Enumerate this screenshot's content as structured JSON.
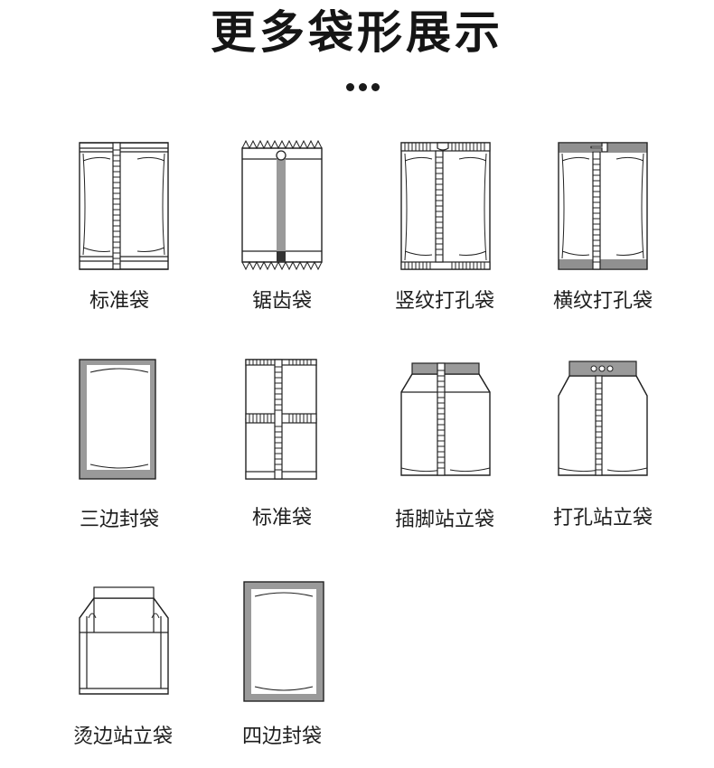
{
  "title": "更多袋形展示",
  "items": [
    {
      "label": "标准袋",
      "icon": "standard-bag-icon"
    },
    {
      "label": "锯齿袋",
      "icon": "sawtooth-bag-icon"
    },
    {
      "label": "竖纹打孔袋",
      "icon": "vertical-texture-punched-bag-icon"
    },
    {
      "label": "横纹打孔袋",
      "icon": "horizontal-texture-punched-bag-icon"
    },
    {
      "label": "三边封袋",
      "icon": "three-side-seal-bag-icon"
    },
    {
      "label": "标准袋",
      "icon": "double-standard-bag-icon"
    },
    {
      "label": "插脚站立袋",
      "icon": "gusset-stand-up-bag-icon"
    },
    {
      "label": "打孔站立袋",
      "icon": "punched-stand-up-bag-icon"
    },
    {
      "label": "烫边站立袋",
      "icon": "heat-seal-stand-up-bag-icon"
    },
    {
      "label": "四边封袋",
      "icon": "four-side-seal-bag-icon"
    }
  ],
  "colors": {
    "ink": "#222222",
    "seal_gray": "#9a9a9a",
    "text": "#1d1d1d"
  }
}
